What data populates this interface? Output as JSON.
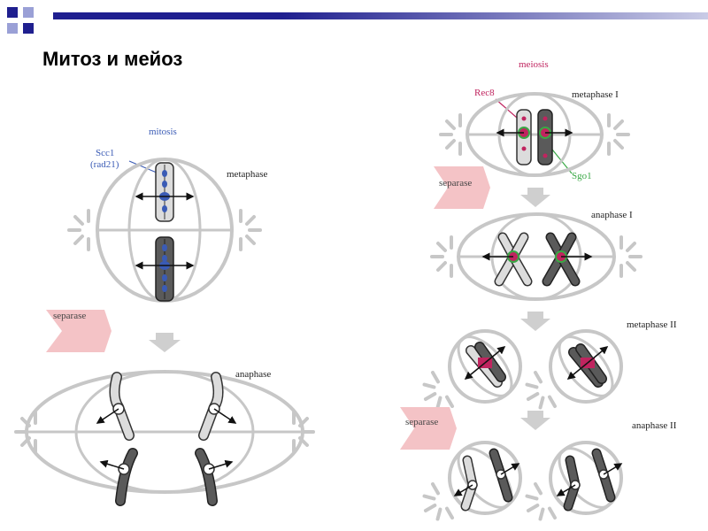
{
  "slide": {
    "title": "Митоз и мейоз"
  },
  "mitosis": {
    "heading": "mitosis",
    "cohesin_label_1": "Scc1",
    "cohesin_label_2": "(rad21)",
    "stage_metaphase": "metaphase",
    "stage_anaphase": "anaphase",
    "enzyme": "separase"
  },
  "meiosis": {
    "heading": "meiosis",
    "cohesin_label": "Rec8",
    "protector_label": "Sgo1",
    "stage_metaphase_1": "metaphase I",
    "stage_anaphase_1": "anaphase I",
    "stage_metaphase_2": "metaphase II",
    "stage_anaphase_2": "anaphase II",
    "enzyme_1": "separase",
    "enzyme_2": "separase"
  },
  "colors": {
    "header_blue": "#1f1f8f",
    "header_light": "#9aa0d6",
    "spindle": "#c7c7c7",
    "chromosome_light": "#dcdcdc",
    "chromosome_dark": "#5a5a5a",
    "scc1_blue": "#3a5bb5",
    "rec8_magenta": "#c0245f",
    "sgo1_green": "#39a845",
    "separase_pink": "#f4c3c6",
    "flow_arrow": "#cfcfcf"
  }
}
